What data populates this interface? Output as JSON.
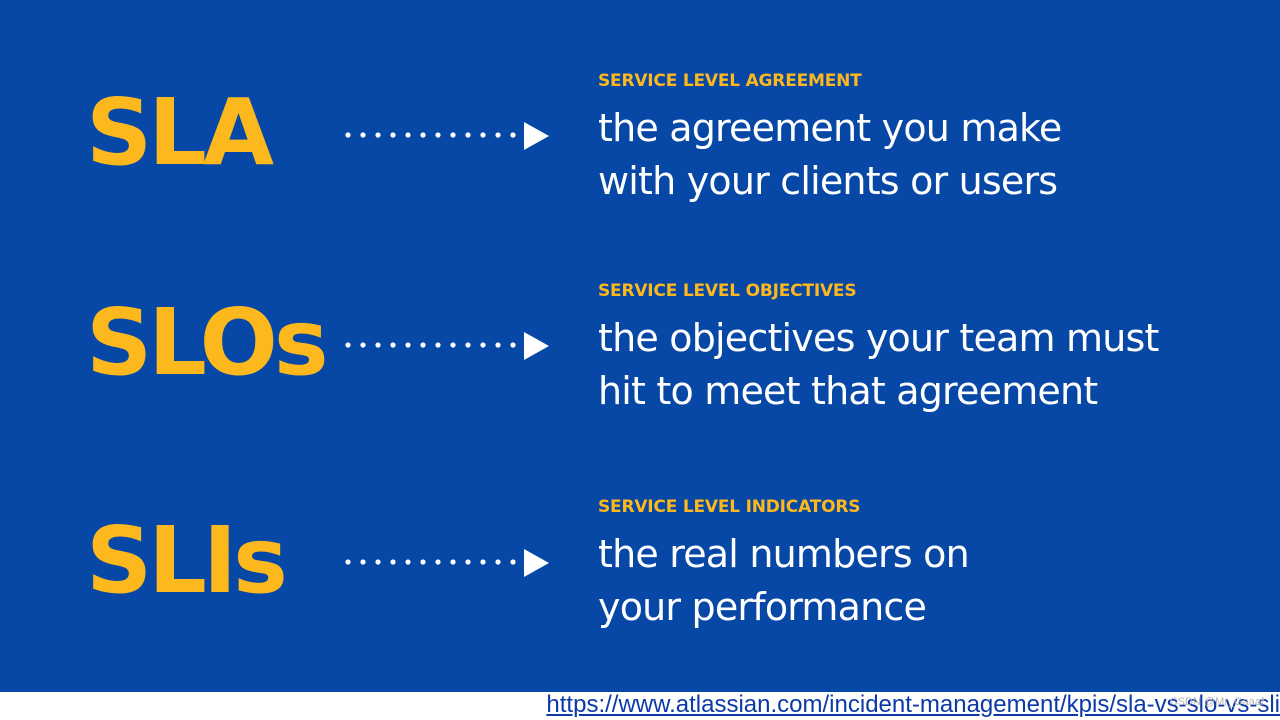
{
  "colors": {
    "background": "#0747a6",
    "accent": "#fcb81c",
    "text": "#ffffff",
    "link": "#0b3aa8"
  },
  "rows": [
    {
      "abbr": "SLA",
      "label": "SERVICE LEVEL AGREEMENT",
      "line1": "the agreement you make",
      "line2": "with your clients or users",
      "arrow_icon": "dotted-arrow-icon"
    },
    {
      "abbr": "SLOs",
      "label": "SERVICE LEVEL OBJECTIVES",
      "line1": "the objectives your team must",
      "line2": "hit to meet that agreement",
      "arrow_icon": "dotted-arrow-icon"
    },
    {
      "abbr": "SLIs",
      "label": "SERVICE LEVEL INDICATORS",
      "line1": "the real numbers on",
      "line2": "your performance",
      "arrow_icon": "dotted-arrow-icon"
    }
  ],
  "footer": {
    "link_text": "https://www.atlassian.com/incident-management/kpis/sla-vs-slo-vs-sli",
    "watermark": "CSDN @Mr_Gaaaf"
  }
}
